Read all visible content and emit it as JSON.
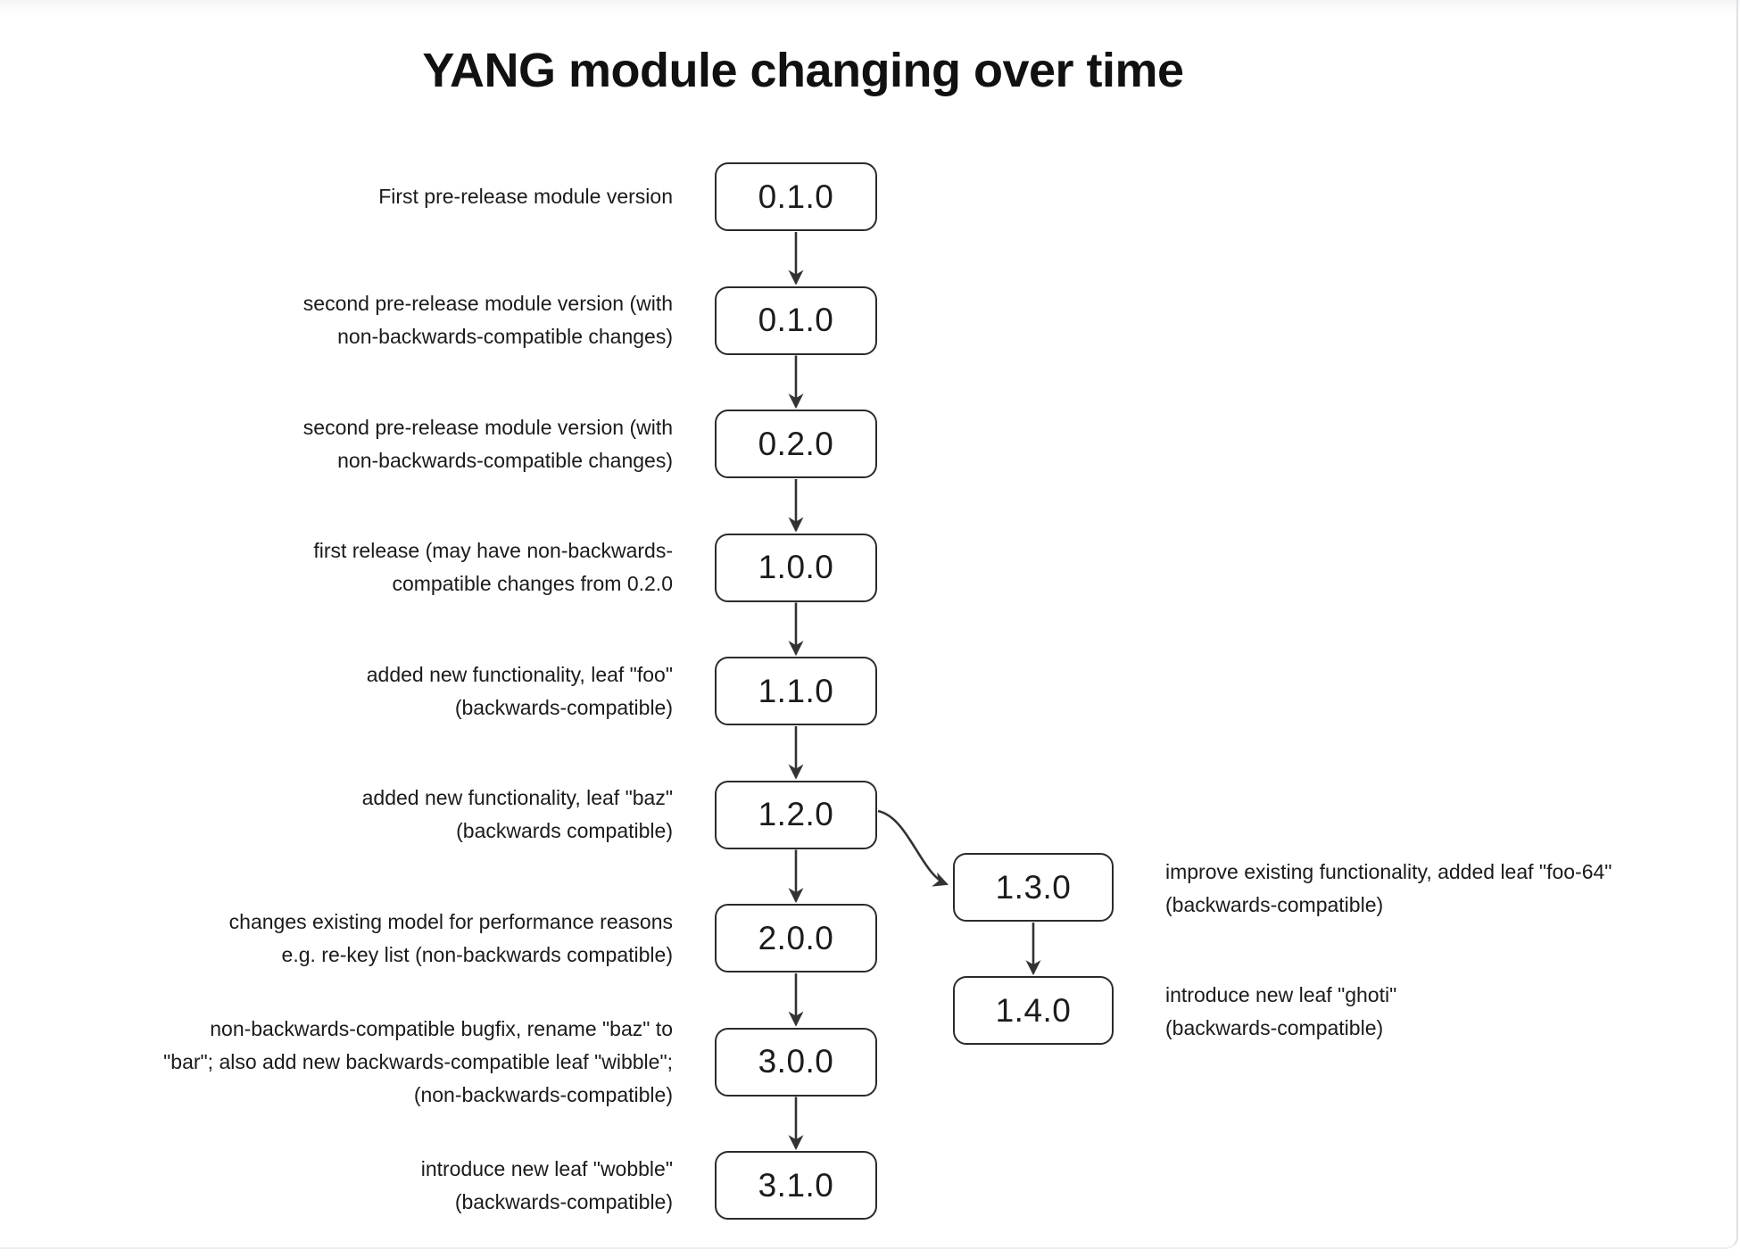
{
  "page": {
    "title": "YANG module changing over time"
  },
  "diagram": {
    "type": "flowchart",
    "main_chain": [
      {
        "version": "0.1.0",
        "label_lines": [
          "First pre-release module version"
        ]
      },
      {
        "version": "0.1.0",
        "label_lines": [
          "second pre-release module version (with",
          "non-backwards-compatible changes)"
        ]
      },
      {
        "version": "0.2.0",
        "label_lines": [
          "second pre-release module version (with",
          "non-backwards-compatible changes)"
        ]
      },
      {
        "version": "1.0.0",
        "label_lines": [
          "first release (may have non-backwards-",
          "compatible changes from 0.2.0"
        ]
      },
      {
        "version": "1.1.0",
        "label_lines": [
          "added new functionality, leaf \"foo\"",
          "(backwards-compatible)"
        ]
      },
      {
        "version": "1.2.0",
        "label_lines": [
          "added new functionality, leaf \"baz\"",
          "(backwards compatible)"
        ]
      },
      {
        "version": "2.0.0",
        "label_lines": [
          "changes existing model for performance reasons",
          "e.g. re-key list (non-backwards compatible)"
        ]
      },
      {
        "version": "3.0.0",
        "label_lines": [
          "non-backwards-compatible bugfix, rename \"baz\" to",
          "\"bar\"; also add new backwards-compatible leaf \"wibble\";",
          "(non-backwards-compatible)"
        ]
      },
      {
        "version": "3.1.0",
        "label_lines": [
          "introduce new leaf \"wobble\"",
          "(backwards-compatible)"
        ]
      }
    ],
    "branch_chain": [
      {
        "version": "1.3.0",
        "branches_from": "1.2.0",
        "label_lines": [
          "improve existing functionality, added leaf \"foo-64\"",
          "(backwards-compatible)"
        ]
      },
      {
        "version": "1.4.0",
        "label_lines": [
          "introduce new leaf \"ghoti\"",
          "(backwards-compatible)"
        ]
      }
    ],
    "colors": {
      "node_border": "#2b2b2b",
      "node_fill": "#ffffff",
      "arrow": "#333333",
      "text": "#1a1a1a"
    }
  }
}
